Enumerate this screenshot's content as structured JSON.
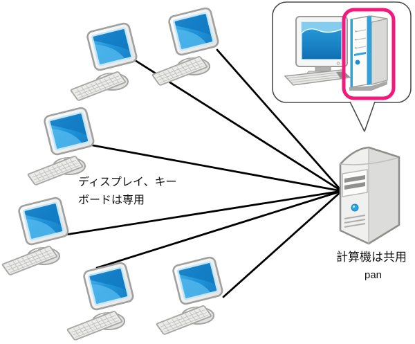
{
  "diagram": {
    "type": "network-topology",
    "background": "#ffffff",
    "labels": {
      "dedicated_line1": "ディスプレイ、キー",
      "dedicated_line2": "ボードは専用",
      "shared": "計算機は共用",
      "caption": "pan"
    },
    "nodes": {
      "clients": {
        "count": 6,
        "icon": "client-computer-icon"
      },
      "server": {
        "icon": "server-tower-icon",
        "label": "計算機は共用"
      }
    },
    "edges": {
      "count": 6,
      "style": "straight-black-line"
    },
    "callout": {
      "shape": "speech-bubble",
      "icon": "desktop-computer-icon",
      "highlight_icon": "pink-highlight-frame"
    },
    "colors": {
      "line": "#000000",
      "screen_blue": "#2196db",
      "screen_blue_dark": "#0f76bf",
      "screen_blue_light": "#52b8ec",
      "highlight_pink": "#f2187c",
      "chassis_grey": "#f0f0ee",
      "outline_grey": "#8e8e8c"
    }
  }
}
